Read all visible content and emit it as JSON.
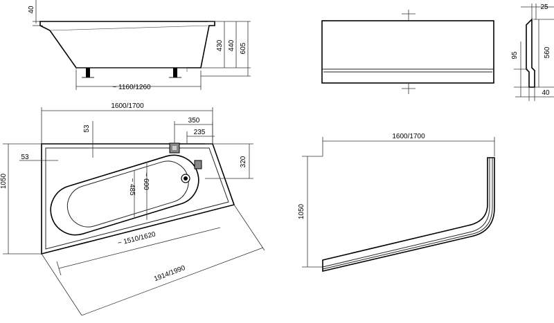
{
  "side_view": {
    "dim_rim": "40",
    "dim_430": "430",
    "dim_440": "440",
    "dim_605": "605",
    "dim_width": "~ 1160/1260"
  },
  "panel_front": {},
  "panel_profile": {
    "dim_25": "25",
    "dim_560": "560",
    "dim_95": "95",
    "dim_40": "40"
  },
  "top_view": {
    "dim_length": "1600/1700",
    "dim_53_top": "53",
    "dim_53_left": "53",
    "dim_width": "1050",
    "dim_350": "350",
    "dim_235": "235",
    "dim_320": "320",
    "dim_485": "~ 485",
    "dim_600": "~ 600",
    "dim_inner_length": "~ 1510/1620",
    "dim_diagonal": "1914/1990"
  },
  "panel_plan": {
    "dim_length": "1600/1700",
    "dim_width": "1050"
  }
}
